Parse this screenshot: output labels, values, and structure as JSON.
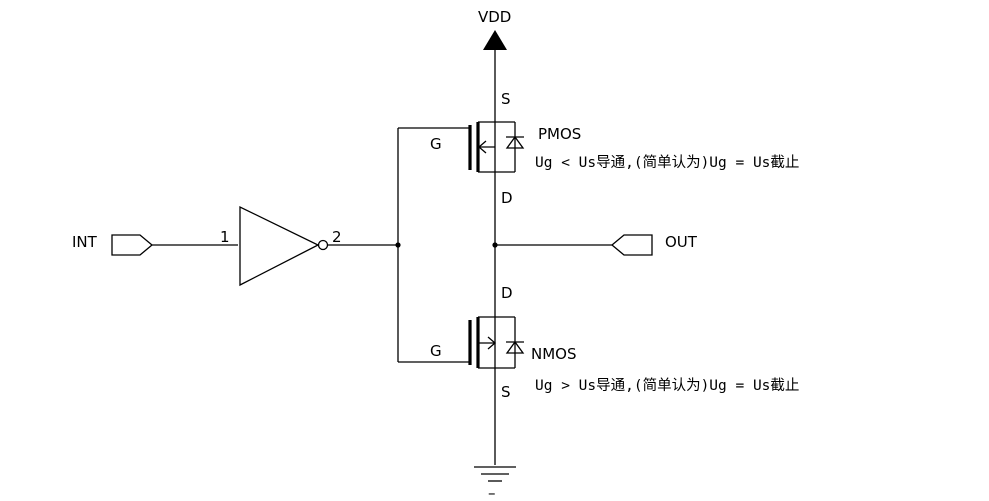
{
  "labels": {
    "vdd": "VDD",
    "input_port": "INT",
    "output_port": "OUT",
    "inverter_pin_in": "1",
    "inverter_pin_out": "2",
    "gnd_mark": "–"
  },
  "pmos": {
    "name": "PMOS",
    "source": "S",
    "gate": "G",
    "drain": "D",
    "note": "Ug < Us导通,(简单认为)Ug = Us截止"
  },
  "nmos": {
    "name": "NMOS",
    "source": "S",
    "gate": "G",
    "drain": "D",
    "note": "Ug > Us导通,(简单认为)Ug = Us截止"
  }
}
